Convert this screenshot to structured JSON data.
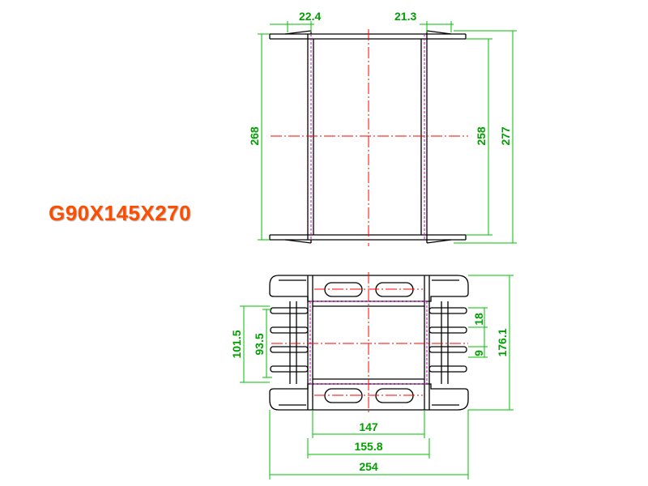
{
  "model": "G90X145X270",
  "colors": {
    "outline": "#000000",
    "dimension": "#00a000",
    "dimension_line": "#00c000",
    "centerline": "#ff0000",
    "hidden": "#d000d0",
    "label": "#ff4d00"
  },
  "top_view": {
    "dim_flange_left": "22.4",
    "dim_flange_right": "21.3",
    "dim_height_outer": "268",
    "dim_height_inner": "258",
    "dim_height_total": "277"
  },
  "bottom_view": {
    "dim_height_left_outer": "101.5",
    "dim_height_left_inner": "93.5",
    "dim_rib_pitch": "18",
    "dim_rib_gap": "9",
    "dim_height_right": "176.1",
    "dim_width_inner": "147",
    "dim_width_mid": "155.8",
    "dim_width_total": "254"
  }
}
